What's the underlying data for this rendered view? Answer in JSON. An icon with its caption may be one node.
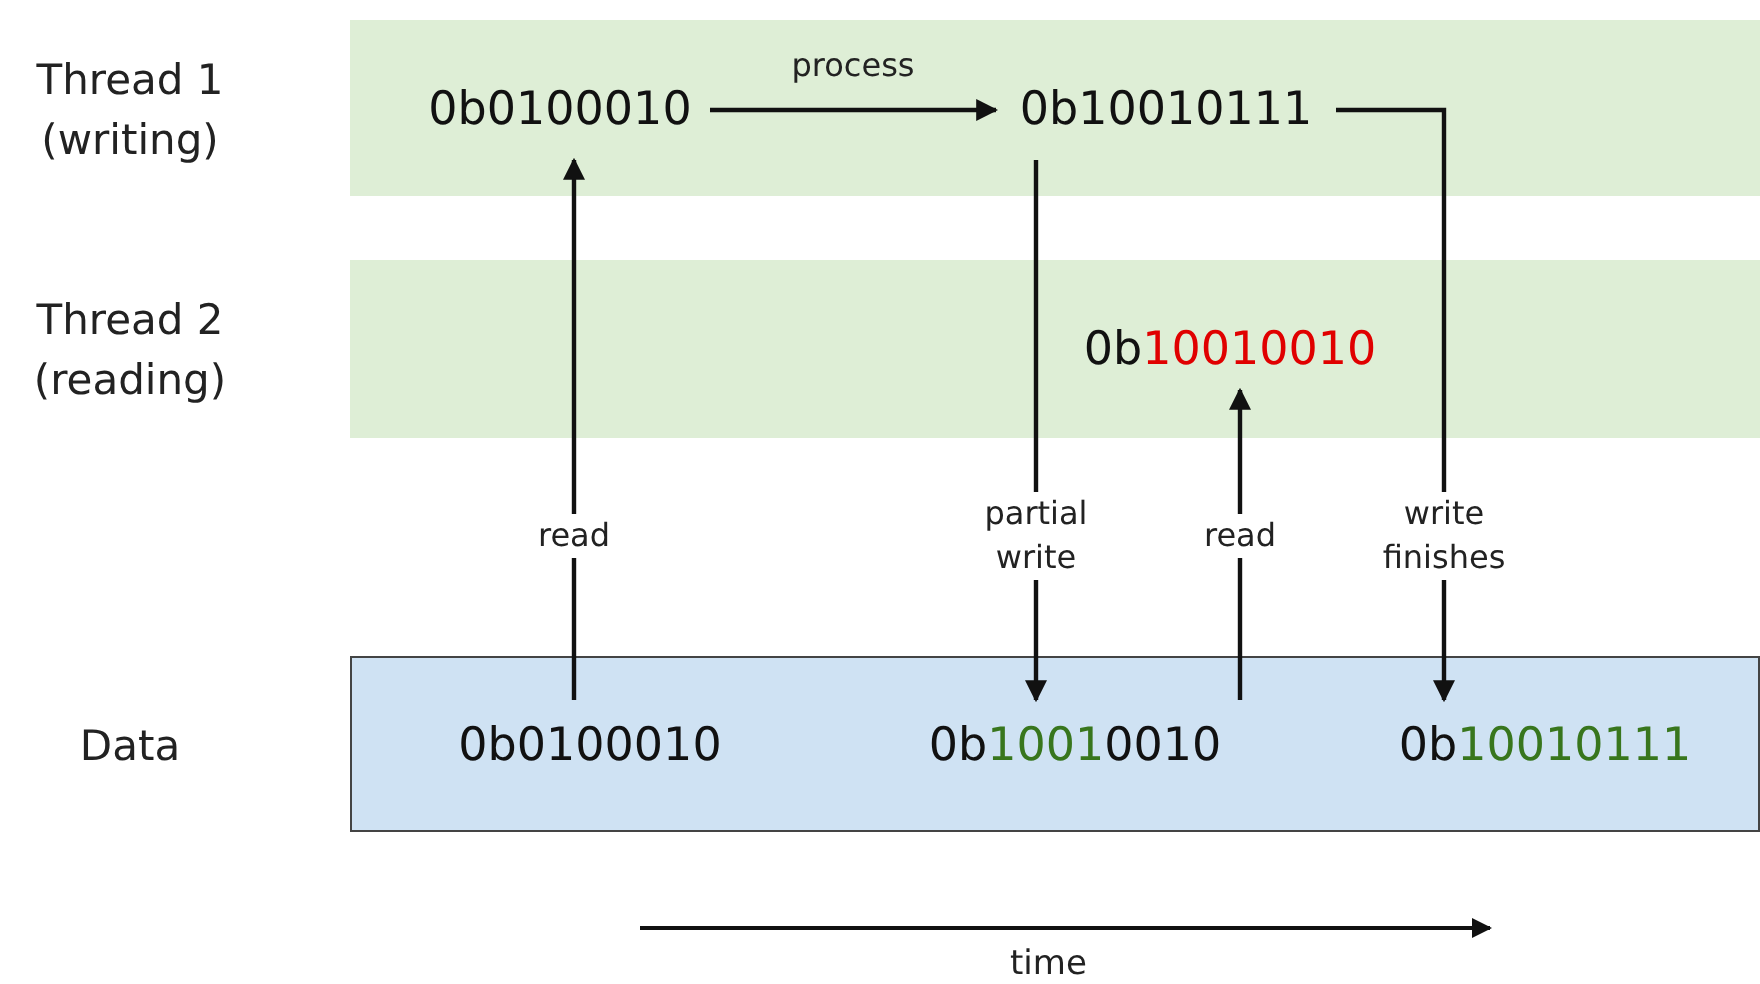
{
  "diagram": {
    "nodes": [
      {
        "text": [
          "Thread 1 (writing)"
        ]
      },
      {
        "text": [
          "0b0100010"
        ],
        "in": 0
      },
      {
        "text": [
          "0b10010111"
        ],
        "in": 0
      },
      {
        "text": [
          "Thread 2 (reading)"
        ]
      },
      {
        "text": [
          "0b10010010"
        ],
        "in": 3
      },
      {
        "text": [
          "Data"
        ]
      },
      {
        "text": [
          "0b0100010"
        ],
        "in": 5
      },
      {
        "text": [
          "0b10010010"
        ],
        "in": 5
      },
      {
        "text": [
          "0b10010111"
        ],
        "in": 5
      }
    ],
    "edges": [
      {
        "from": 1,
        "to": 2,
        "arrow": "to",
        "label": "process"
      },
      {
        "from": 6,
        "to": 1,
        "arrow": "to",
        "label": "read"
      },
      {
        "from": 2,
        "to": 7,
        "arrow": "to",
        "label": "partial write"
      },
      {
        "from": 7,
        "to": 4,
        "arrow": "to",
        "label": "read"
      },
      {
        "from": 2,
        "to": 8,
        "arrow": "to",
        "label": "write finishes"
      }
    ],
    "labels": [
      "time"
    ]
  }
}
